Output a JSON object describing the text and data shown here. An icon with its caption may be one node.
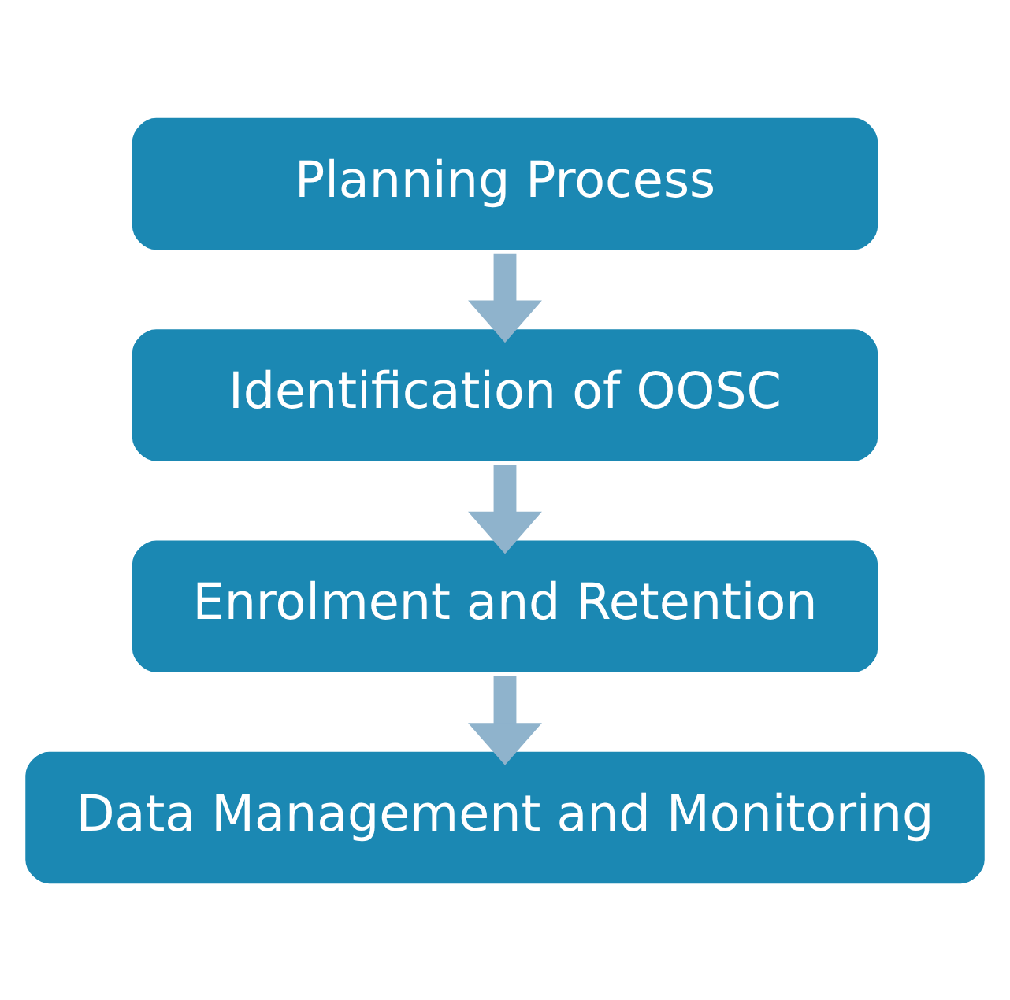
{
  "diagram": {
    "nodes": [
      {
        "text": [
          "Planning Process"
        ]
      },
      {
        "text": [
          "Identification of OOSC"
        ]
      },
      {
        "text": [
          "Enrolment and Retention"
        ]
      },
      {
        "text": [
          "Data Management and Monitoring"
        ]
      }
    ],
    "edges": [
      {
        "from": 0,
        "to": 1,
        "arrow": "to"
      },
      {
        "from": 1,
        "to": 2,
        "arrow": "to"
      },
      {
        "from": 2,
        "to": 3,
        "arrow": "to"
      }
    ]
  }
}
